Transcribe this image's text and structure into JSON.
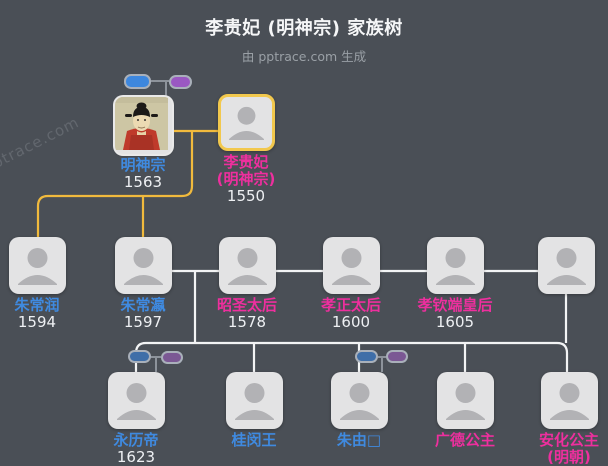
{
  "header": {
    "title": "李贵妃 (明神宗) 家族树",
    "subtitle": "由 pptrace.com 生成"
  },
  "watermark": "pptrace.com",
  "colors": {
    "background": "#4a4f56",
    "card_fill": "#e3e3e4",
    "silhouette": "#b2b2b5",
    "male_label": "#3f8ae0",
    "female_label": "#ee2f9e",
    "year_text": "#eef0f3",
    "selected_border": "#f2c84d",
    "parent_link_yellow": "#f1ba3d",
    "family_link_white": "#f3f4f5",
    "badge_link_gray": "#8d939b",
    "badge_male": "#3d87de",
    "badge_female": "#9a58c2",
    "badge_male_muted": "#3f6ea8",
    "badge_female_muted": "#7b5894"
  },
  "people": {
    "shenzong": {
      "name": "明神宗",
      "year": "1563"
    },
    "ligufei": {
      "name": "李贵妃",
      "name2": "(明神宗)",
      "year": "1550"
    },
    "zhuchangrun": {
      "name": "朱常润",
      "year": "1594"
    },
    "zhuchangying": {
      "name": "朱常瀛",
      "year": "1597"
    },
    "zhaosheng": {
      "name": "昭圣太后",
      "year": "1578"
    },
    "xiaozheng": {
      "name": "孝正太后",
      "year": "1600"
    },
    "xiaoqinduan": {
      "name": "孝钦端皇后",
      "year": "1605"
    },
    "unknown": {
      "name": "",
      "year": ""
    },
    "yongli": {
      "name": "永历帝",
      "year": "1623"
    },
    "guimin": {
      "name": "桂闵王",
      "year": ""
    },
    "zhuyou": {
      "name": "朱由□",
      "year": ""
    },
    "guangde": {
      "name": "广德公主",
      "year": ""
    },
    "anhua": {
      "name": "安化公主",
      "name2": "(明朝)",
      "year": ""
    }
  }
}
